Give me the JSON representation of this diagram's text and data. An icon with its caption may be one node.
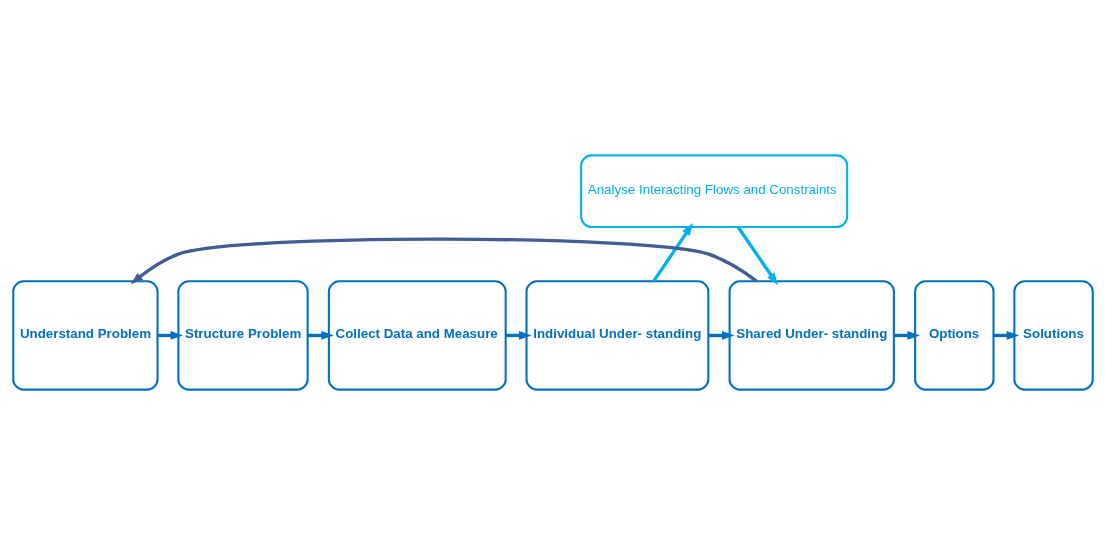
{
  "diagram": {
    "nodes": [
      {
        "text": [
          "Analyse Interacting Flows and Constraints"
        ]
      },
      {
        "text": [
          "Understand Problem"
        ]
      },
      {
        "text": [
          "Structure Problem"
        ]
      },
      {
        "text": [
          "Collect Data and Measure"
        ]
      },
      {
        "text": [
          "Individual Under- standing"
        ]
      },
      {
        "text": [
          "Shared Under- standing"
        ]
      },
      {
        "text": [
          "Options"
        ]
      },
      {
        "text": [
          "Solutions"
        ]
      }
    ],
    "edges": [
      {
        "from": 1,
        "to": 2,
        "arrow": "to"
      },
      {
        "from": 2,
        "to": 3,
        "arrow": "to"
      },
      {
        "from": 3,
        "to": 4,
        "arrow": "to"
      },
      {
        "from": 4,
        "to": 5,
        "arrow": "to"
      },
      {
        "from": 5,
        "to": 6,
        "arrow": "to"
      },
      {
        "from": 6,
        "to": 7,
        "arrow": "to"
      },
      {
        "from": 4,
        "to": 0,
        "arrow": "to",
        "color": "#00b0f0"
      },
      {
        "from": 0,
        "to": 5,
        "arrow": "to",
        "color": "#00b0f0"
      },
      {
        "from": 5,
        "to": 1,
        "arrow": "to",
        "color": "#3f5f94"
      }
    ]
  }
}
